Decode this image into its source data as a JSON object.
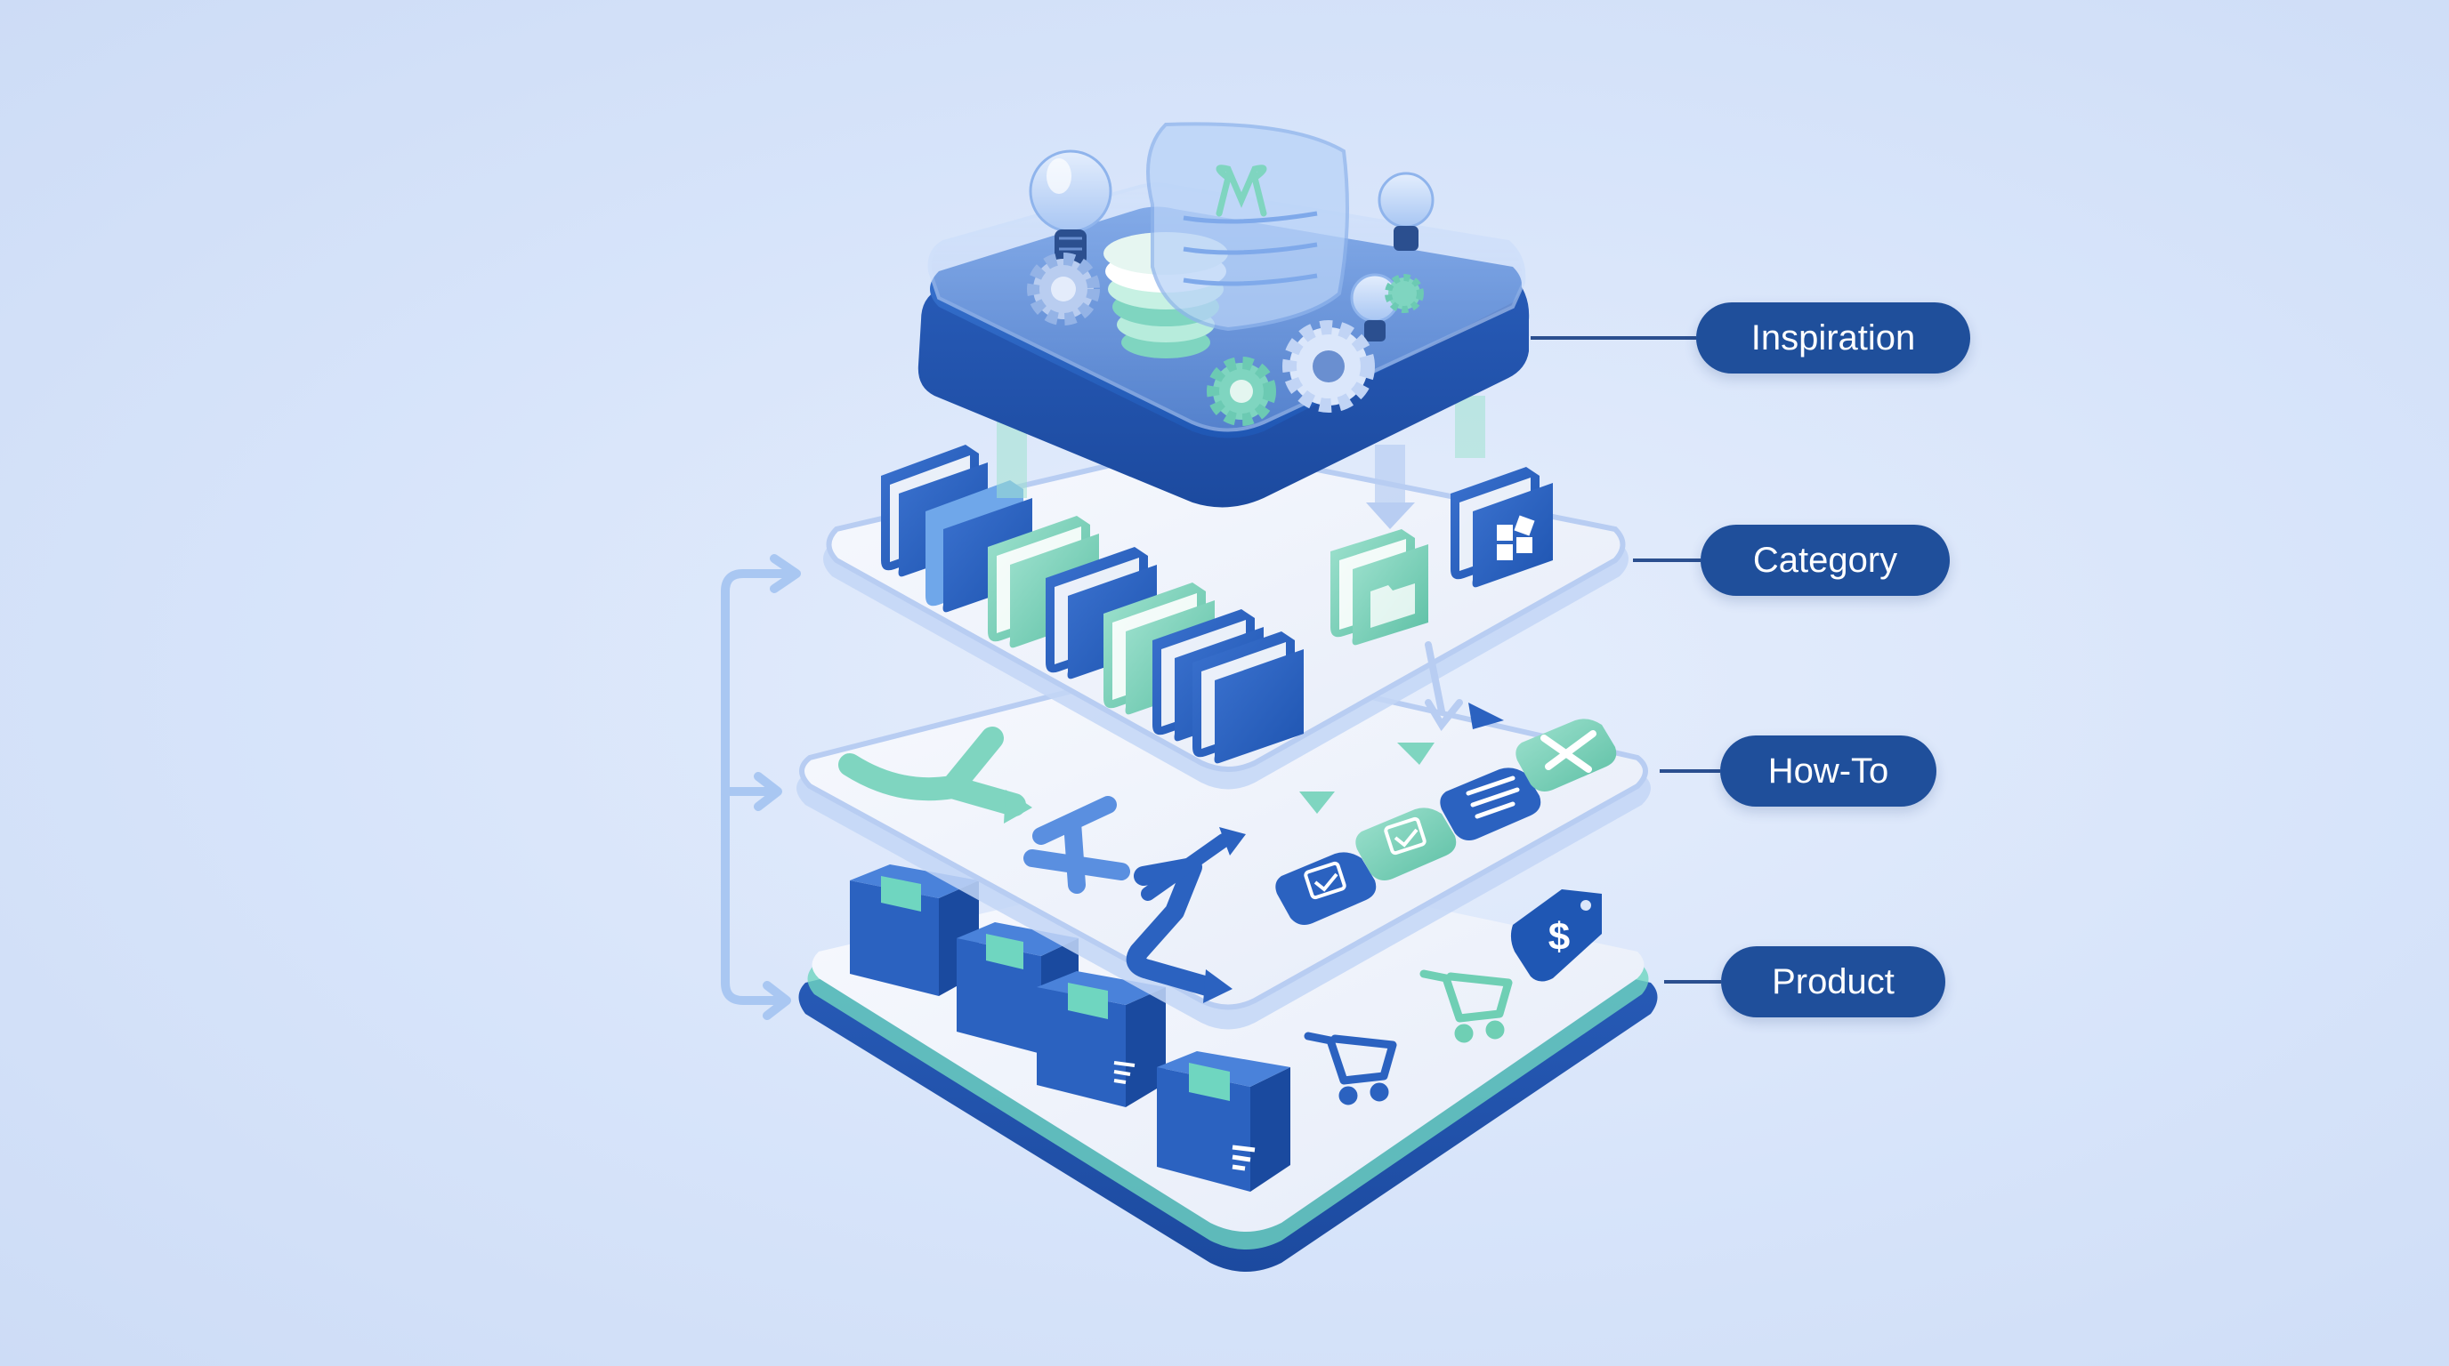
{
  "layers": [
    {
      "id": "inspiration",
      "label": "Inspiration"
    },
    {
      "id": "category",
      "label": "Category"
    },
    {
      "id": "howto",
      "label": "How-To"
    },
    {
      "id": "product",
      "label": "Product"
    }
  ],
  "colors": {
    "background": "#dbe6fa",
    "label_fill": "#1f4f9b",
    "label_text": "#ffffff",
    "plate_blue": "#2f63c0",
    "plate_light": "#eef2fa",
    "accent_teal": "#6fcfb4",
    "connector": "#2b4f8f"
  },
  "icons": [
    "lightbulb-icon",
    "gear-icon",
    "folder-icon",
    "arrow-icon",
    "checklist-icon",
    "tools-icon",
    "box-icon",
    "cart-icon",
    "price-tag-icon"
  ]
}
